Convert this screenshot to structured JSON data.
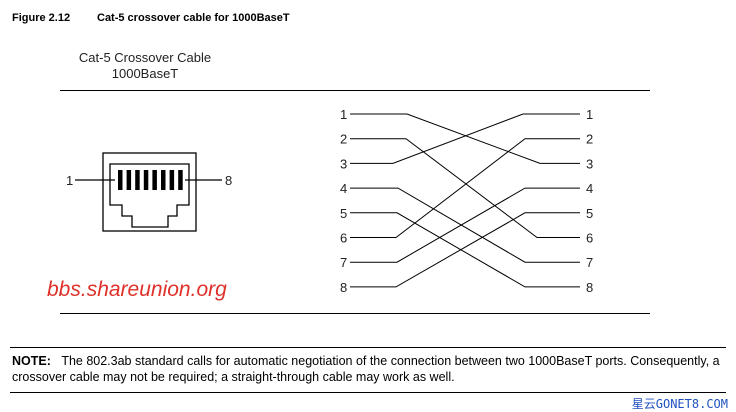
{
  "figure": {
    "number": "Figure 2.12",
    "caption": "Cat-5 crossover cable for 1000BaseT"
  },
  "cable_title": {
    "line1": "Cat-5 Crossover Cable",
    "line2": "1000BaseT"
  },
  "connector": {
    "left_pin": "1",
    "right_pin": "8"
  },
  "wiring": {
    "left_pins": [
      "1",
      "2",
      "3",
      "4",
      "5",
      "6",
      "7",
      "8"
    ],
    "right_pins": [
      "1",
      "2",
      "3",
      "4",
      "5",
      "6",
      "7",
      "8"
    ],
    "connections": [
      [
        1,
        3
      ],
      [
        2,
        6
      ],
      [
        3,
        1
      ],
      [
        4,
        7
      ],
      [
        5,
        8
      ],
      [
        6,
        2
      ],
      [
        7,
        4
      ],
      [
        8,
        5
      ]
    ]
  },
  "watermark": "bbs.shareunion.org",
  "note": {
    "label": "NOTE:",
    "text": "The 802.3ab standard calls for automatic negotiation of the connection between two 1000BaseT ports. Consequently, a crossover cable may not be required; a straight-through cable may work as well."
  },
  "footer_watermark": "星云GONET8.COM"
}
